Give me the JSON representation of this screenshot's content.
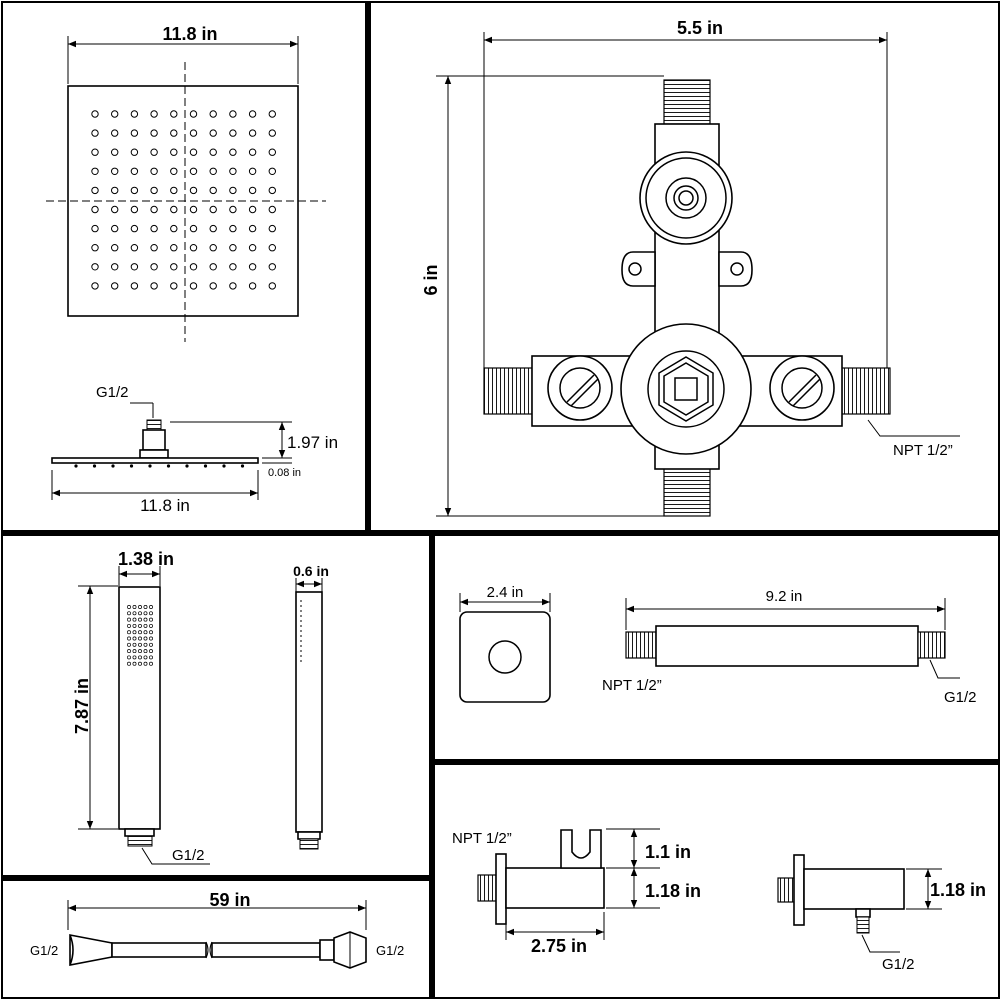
{
  "panels": {
    "rain_head": {
      "width_top": "11.8 in",
      "inlet": "G1/2",
      "height": "1.97 in",
      "thickness": "0.08 in",
      "width_bottom": "11.8 in"
    },
    "valve": {
      "width": "5.5 in",
      "height": "6 in",
      "outlet_thread": "NPT 1/2”"
    },
    "hand_shower": {
      "width": "1.38 in",
      "length": "7.87 in",
      "thickness": "0.6 in",
      "thread": "G1/2"
    },
    "shower_arm": {
      "flange_size": "2.4 in",
      "arm_length": "9.2 in",
      "inlet_thread": "NPT 1/2”",
      "outlet_thread": "G1/2"
    },
    "hose": {
      "length": "59 in",
      "left_thread": "G1/2",
      "right_thread": "G1/2"
    },
    "wall_supply": {
      "thread": "NPT 1/2”",
      "holder_height": "1.1 in",
      "body_height": "1.18 in",
      "depth": "2.75 in",
      "body_height_2": "1.18 in",
      "outlet_thread": "G1/2"
    }
  }
}
